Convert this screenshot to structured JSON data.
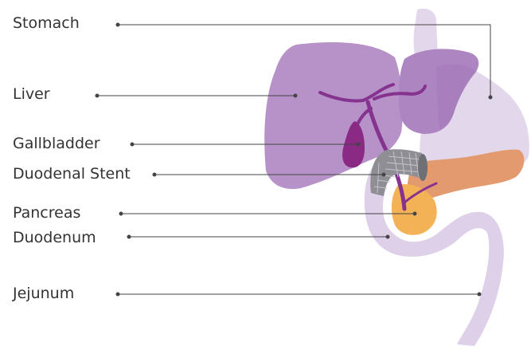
{
  "labels": {
    "stomach": "Stomach",
    "liver": "Liver",
    "gallbladder": "Gallbladder",
    "duodenal_stent": "Duodenal Stent",
    "pancreas": "Pancreas",
    "duodenum": "Duodenum",
    "jejunum": "Jejunum"
  },
  "colors": {
    "liver": "#b792c8",
    "stomach": "#e3d7ec",
    "gallbladder": "#8b2a85",
    "bile_duct": "#85338f",
    "pancreas": "#e29a6e",
    "pancreas_head": "#f4b256",
    "duodenum": "#ddd0e8",
    "stent": "#8e8e94",
    "leader_line": "#444444"
  }
}
